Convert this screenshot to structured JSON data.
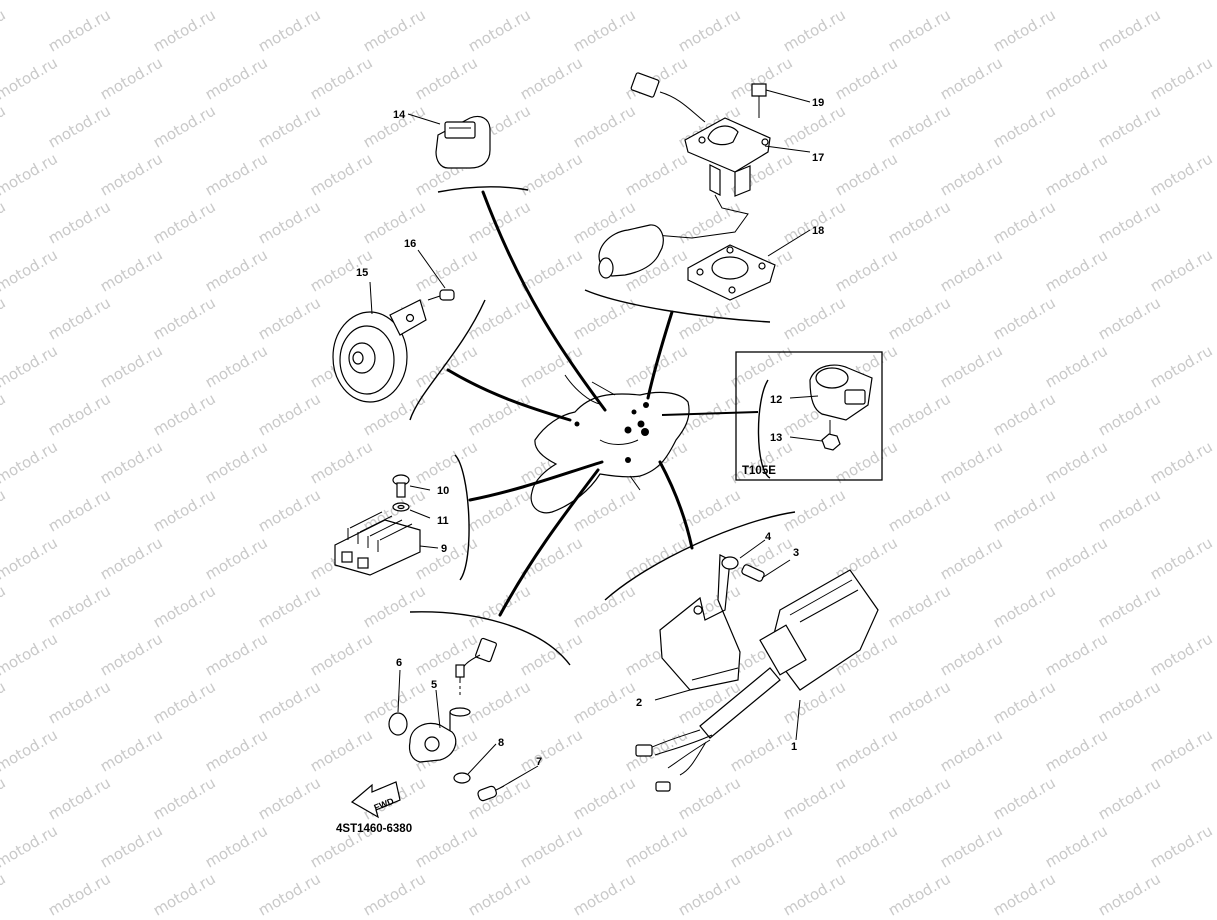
{
  "watermark": {
    "text": "motod.ru"
  },
  "diagram": {
    "drawing_number": "4ST1460-6380",
    "inset_label": "T105E",
    "fwd_label": "FWD",
    "callouts": [
      "1",
      "2",
      "3",
      "4",
      "5",
      "6",
      "7",
      "8",
      "9",
      "10",
      "11",
      "12",
      "13",
      "14",
      "15",
      "16",
      "17",
      "18",
      "19"
    ]
  }
}
